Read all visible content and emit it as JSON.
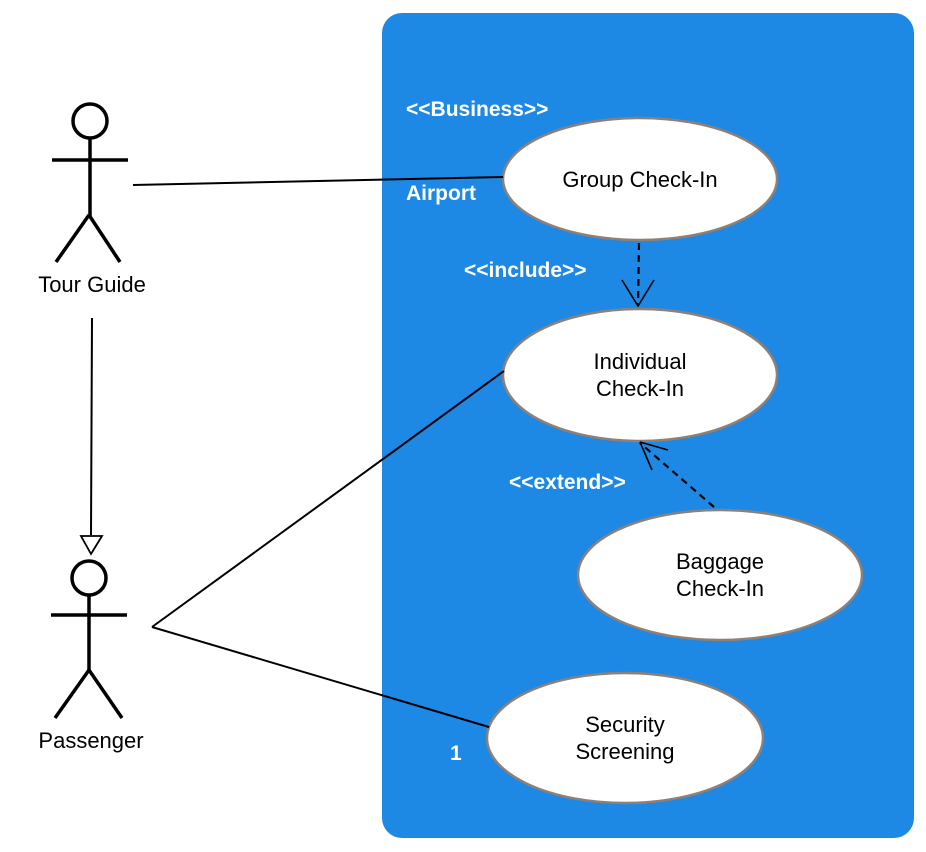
{
  "diagram": {
    "type": "uml-use-case-diagram",
    "colors": {
      "boundary_fill": "#1E88E5",
      "ellipse_fill": "#FFFFFF",
      "ellipse_border": "#8F8077",
      "line": "#000000",
      "label_on_blue": "#FFFFFF",
      "label_text": "#000000"
    },
    "system_boundary": {
      "stereotype": "<<Business>>",
      "name": "Airport"
    },
    "actors": [
      {
        "id": "tour-guide",
        "label": "Tour Guide"
      },
      {
        "id": "passenger",
        "label": "Passenger"
      }
    ],
    "use_cases": [
      {
        "id": "group-check-in",
        "lines": [
          "Group Check-In"
        ]
      },
      {
        "id": "individual-check-in",
        "lines": [
          "Individual",
          "Check-In"
        ]
      },
      {
        "id": "baggage-check-in",
        "lines": [
          "Baggage",
          "Check-In"
        ]
      },
      {
        "id": "security-screening",
        "lines": [
          "Security",
          "Screening"
        ]
      }
    ],
    "relationships": [
      {
        "from": "Tour Guide",
        "to": "Group Check-In",
        "type": "association"
      },
      {
        "from": "Tour Guide",
        "to": "Passenger",
        "type": "generalization"
      },
      {
        "from": "Passenger",
        "to": "Individual Check-In",
        "type": "association"
      },
      {
        "from": "Passenger",
        "to": "Security Screening",
        "type": "association",
        "multiplicity": "1"
      },
      {
        "from": "Group Check-In",
        "to": "Individual Check-In",
        "type": "include",
        "label": "<<include>>"
      },
      {
        "from": "Baggage Check-In",
        "to": "Individual Check-In",
        "type": "extend",
        "label": "<<extend>>"
      }
    ]
  }
}
